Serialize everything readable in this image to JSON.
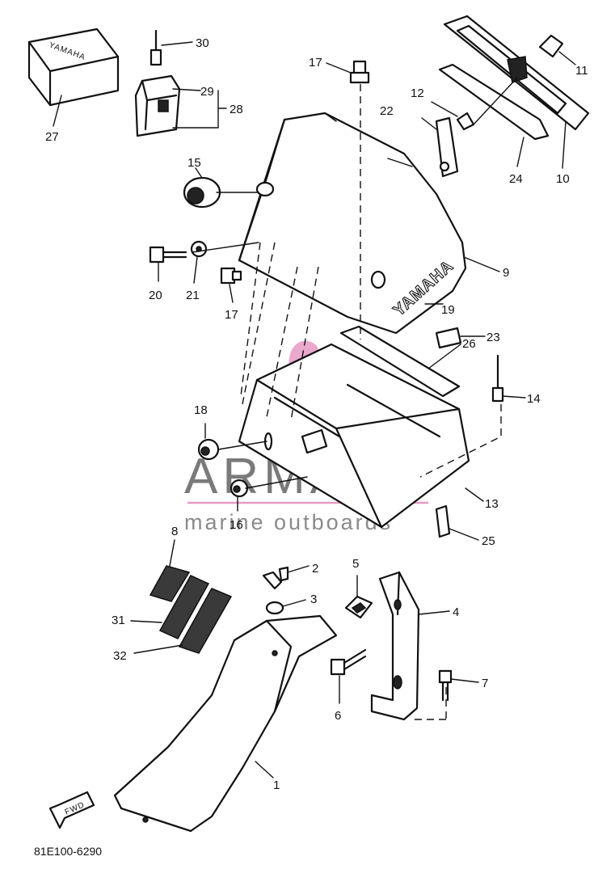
{
  "diagram": {
    "watermark": {
      "title": "ARMADA",
      "subtitle": "marine outboards",
      "accent": "#e79ac4"
    },
    "brand_lettering": "YAMAHA",
    "fwd_marker": "FWD",
    "drawing_code": "81E100-6290",
    "callouts": [
      {
        "id": "30",
        "text": "30"
      },
      {
        "id": "29",
        "text": "29"
      },
      {
        "id": "28",
        "text": "28"
      },
      {
        "id": "27",
        "text": "27"
      },
      {
        "id": "17a",
        "text": "17"
      },
      {
        "id": "12",
        "text": "12"
      },
      {
        "id": "22",
        "text": "22"
      },
      {
        "id": "11",
        "text": "11"
      },
      {
        "id": "24",
        "text": "24"
      },
      {
        "id": "10",
        "text": "10"
      },
      {
        "id": "15",
        "text": "15"
      },
      {
        "id": "9",
        "text": "9"
      },
      {
        "id": "20",
        "text": "20"
      },
      {
        "id": "21",
        "text": "21"
      },
      {
        "id": "17b",
        "text": "17"
      },
      {
        "id": "19",
        "text": "19"
      },
      {
        "id": "23",
        "text": "23"
      },
      {
        "id": "26",
        "text": "26"
      },
      {
        "id": "14",
        "text": "14"
      },
      {
        "id": "18",
        "text": "18"
      },
      {
        "id": "13",
        "text": "13"
      },
      {
        "id": "16",
        "text": "16"
      },
      {
        "id": "25",
        "text": "25"
      },
      {
        "id": "8",
        "text": "8"
      },
      {
        "id": "2",
        "text": "2"
      },
      {
        "id": "5",
        "text": "5"
      },
      {
        "id": "3",
        "text": "3"
      },
      {
        "id": "4",
        "text": "4"
      },
      {
        "id": "31",
        "text": "31"
      },
      {
        "id": "32",
        "text": "32"
      },
      {
        "id": "7",
        "text": "7"
      },
      {
        "id": "6",
        "text": "6"
      },
      {
        "id": "1",
        "text": "1"
      }
    ]
  }
}
